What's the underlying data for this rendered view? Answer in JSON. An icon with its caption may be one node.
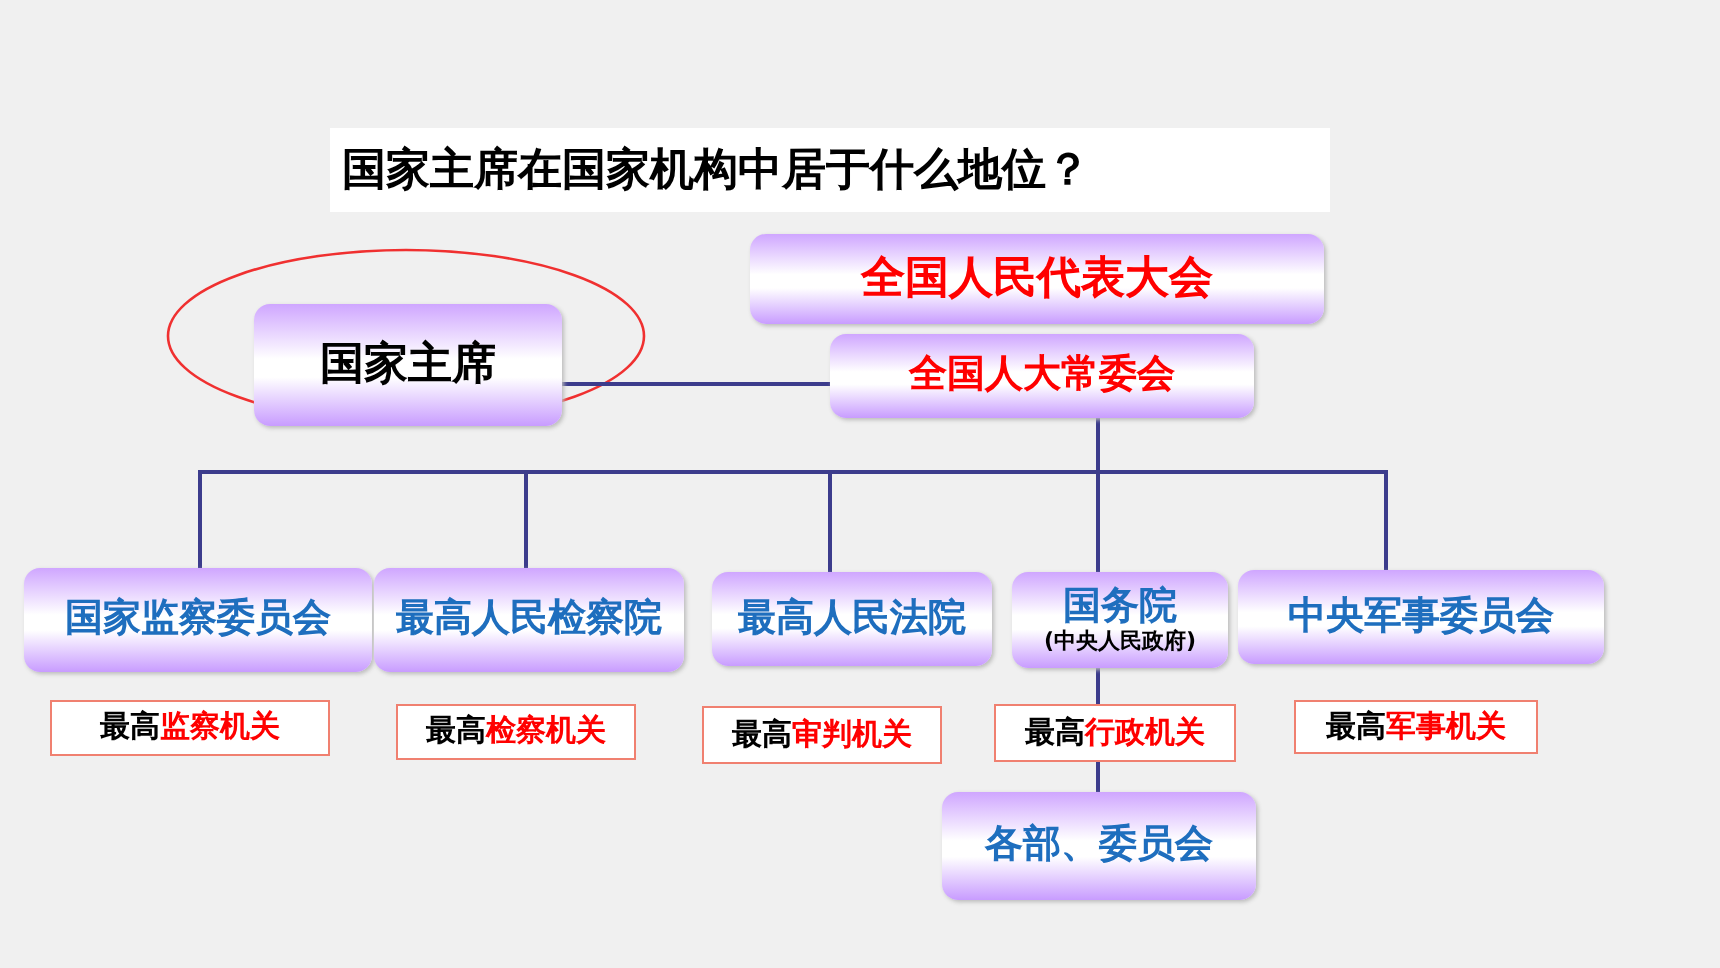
{
  "diagram": {
    "title": "国家主席在国家机构中居于什么地位？",
    "nodes": [
      {
        "text": [
          "全国人民代表大会"
        ]
      },
      {
        "text": [
          "国家主席"
        ]
      },
      {
        "text": [
          "全国人大常委会"
        ]
      },
      {
        "text": [
          "国家监察委员会"
        ]
      },
      {
        "text": [
          "最高人民检察院"
        ]
      },
      {
        "text": [
          "最高人民法院"
        ]
      },
      {
        "text": [
          "国务院",
          "(中央人民政府)"
        ]
      },
      {
        "text": [
          "中央军事委员会"
        ]
      },
      {
        "text": [
          "最高**监察机关**"
        ]
      },
      {
        "text": [
          "最高**检察机关**"
        ]
      },
      {
        "text": [
          "最高**审判机关**"
        ]
      },
      {
        "text": [
          "最高**行政机关**"
        ]
      },
      {
        "text": [
          "最高**军事机关**"
        ]
      },
      {
        "text": [
          "各部、委员会"
        ]
      }
    ],
    "edges": [
      {
        "from": 1,
        "to": 2,
        "arrow": "none"
      },
      {
        "from": 2,
        "to": 3,
        "arrow": "none"
      },
      {
        "from": 2,
        "to": 4,
        "arrow": "none"
      },
      {
        "from": 2,
        "to": 5,
        "arrow": "none"
      },
      {
        "from": 2,
        "to": 6,
        "arrow": "none"
      },
      {
        "from": 2,
        "to": 7,
        "arrow": "none"
      },
      {
        "from": 6,
        "to": 11,
        "arrow": "none"
      },
      {
        "from": 11,
        "to": 13,
        "arrow": "none"
      }
    ]
  }
}
